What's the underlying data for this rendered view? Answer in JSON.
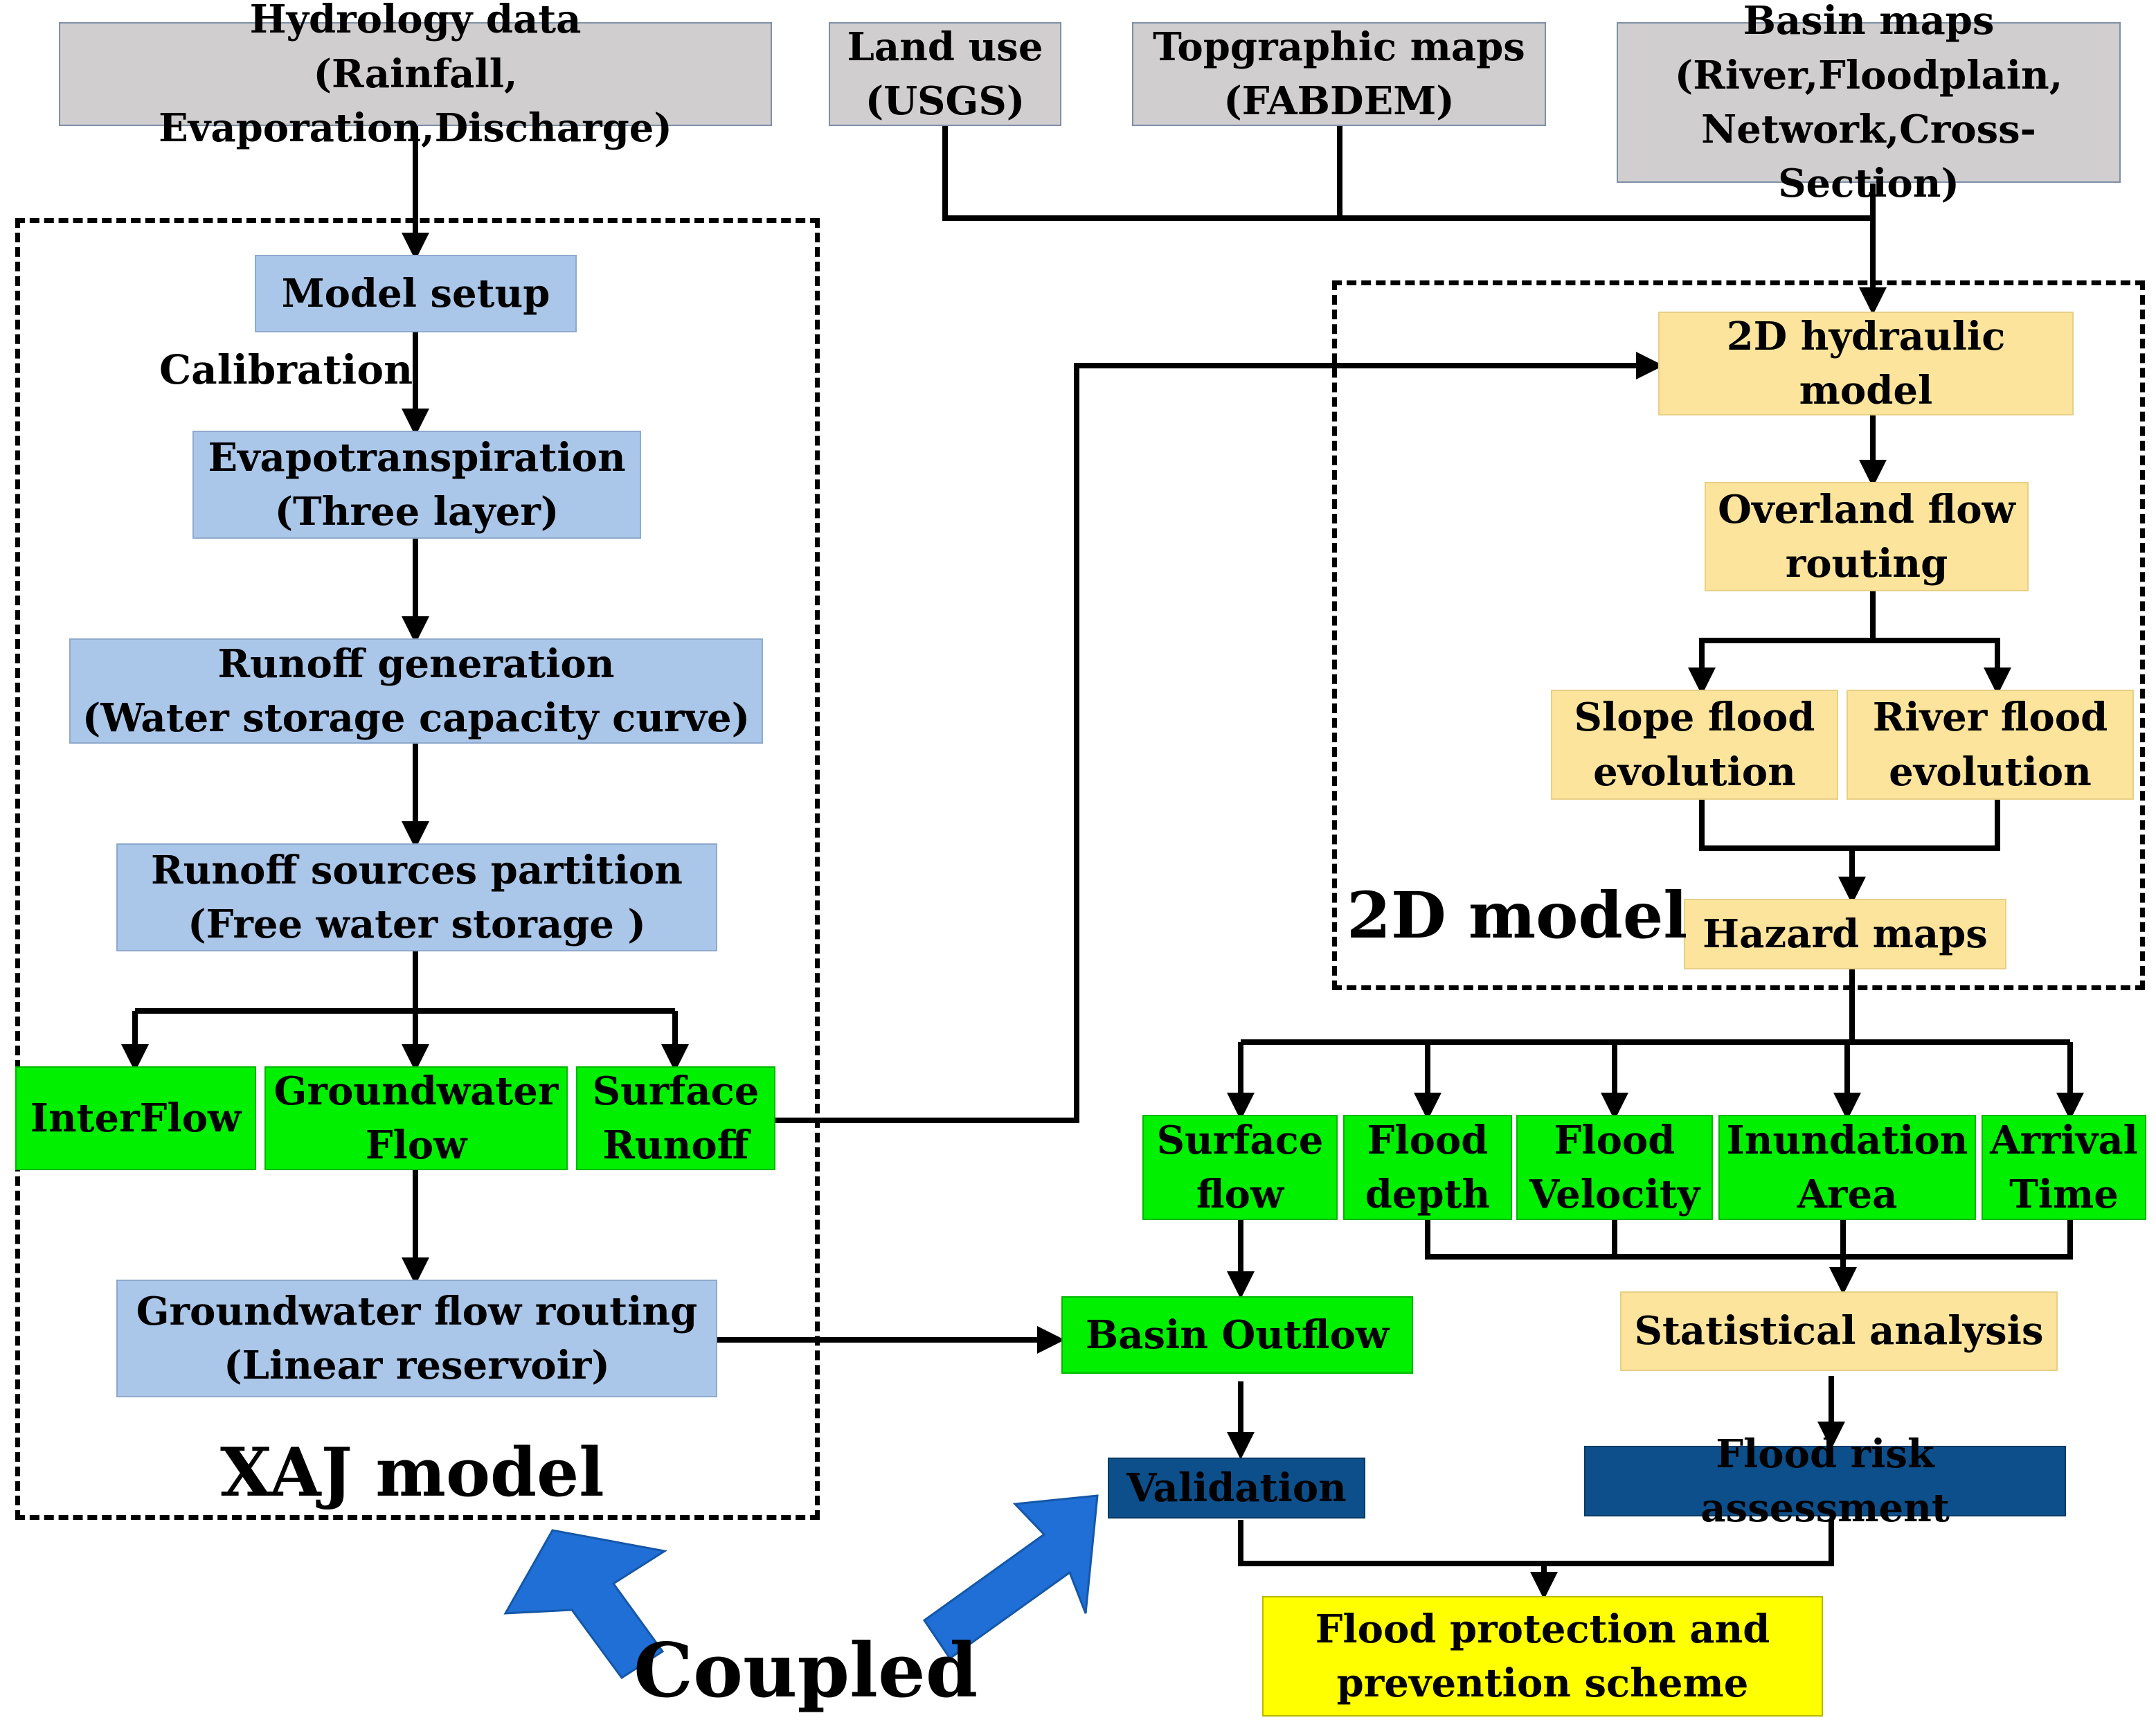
{
  "inputs": {
    "hydrology": "Hydrology data\n(Rainfall, Evaporation,Discharge)",
    "land_use": "Land use\n(USGS)",
    "topo": "Topgraphic maps\n(FABDEM)",
    "basin": "Basin maps\n(River,Floodplain,\nNetwork,Cross-Section)"
  },
  "xaj": {
    "model_setup": "Model setup",
    "calibration": "Calibration",
    "evapotranspiration": "Evapotranspiration\n(Three layer)",
    "runoff_generation": "Runoff generation\n(Water storage capacity curve)",
    "runoff_partition": "Runoff sources partition\n(Free water storage )",
    "interflow": "InterFlow",
    "groundwater_flow": "Groundwater\nFlow",
    "surface_runoff": "Surface\nRunoff",
    "gw_routing": "Groundwater flow routing\n(Linear reservoir)",
    "title": "XAJ model"
  },
  "model_2d": {
    "hydraulic": "2D hydraulic\nmodel",
    "overland": "Overland flow\nrouting",
    "slope": "Slope flood\nevolution",
    "river": "River flood\nevolution",
    "hazard": "Hazard maps",
    "title": "2D model"
  },
  "outputs": {
    "surface_flow": "Surface\nflow",
    "flood_depth": "Flood\ndepth",
    "flood_velocity": "Flood\nVelocity",
    "inundation": "Inundation\nArea",
    "arrival": "Arrival\nTime",
    "basin_outflow": "Basin Outflow",
    "statistical": "Statistical analysis",
    "validation": "Validation",
    "risk": "Flood risk assessment",
    "protection": "Flood protection and\nprevention scheme"
  },
  "coupled_label": "Coupled",
  "colors": {
    "input_gray": "#d0cece",
    "xaj_blue": "#aac6e8",
    "hydraulic_tan": "#fde49c",
    "flow_green": "#00f000",
    "assessment_navy": "#0d4f8a",
    "scheme_yellow": "#ffff00",
    "coupled_arrow": "#1f6fd6"
  }
}
